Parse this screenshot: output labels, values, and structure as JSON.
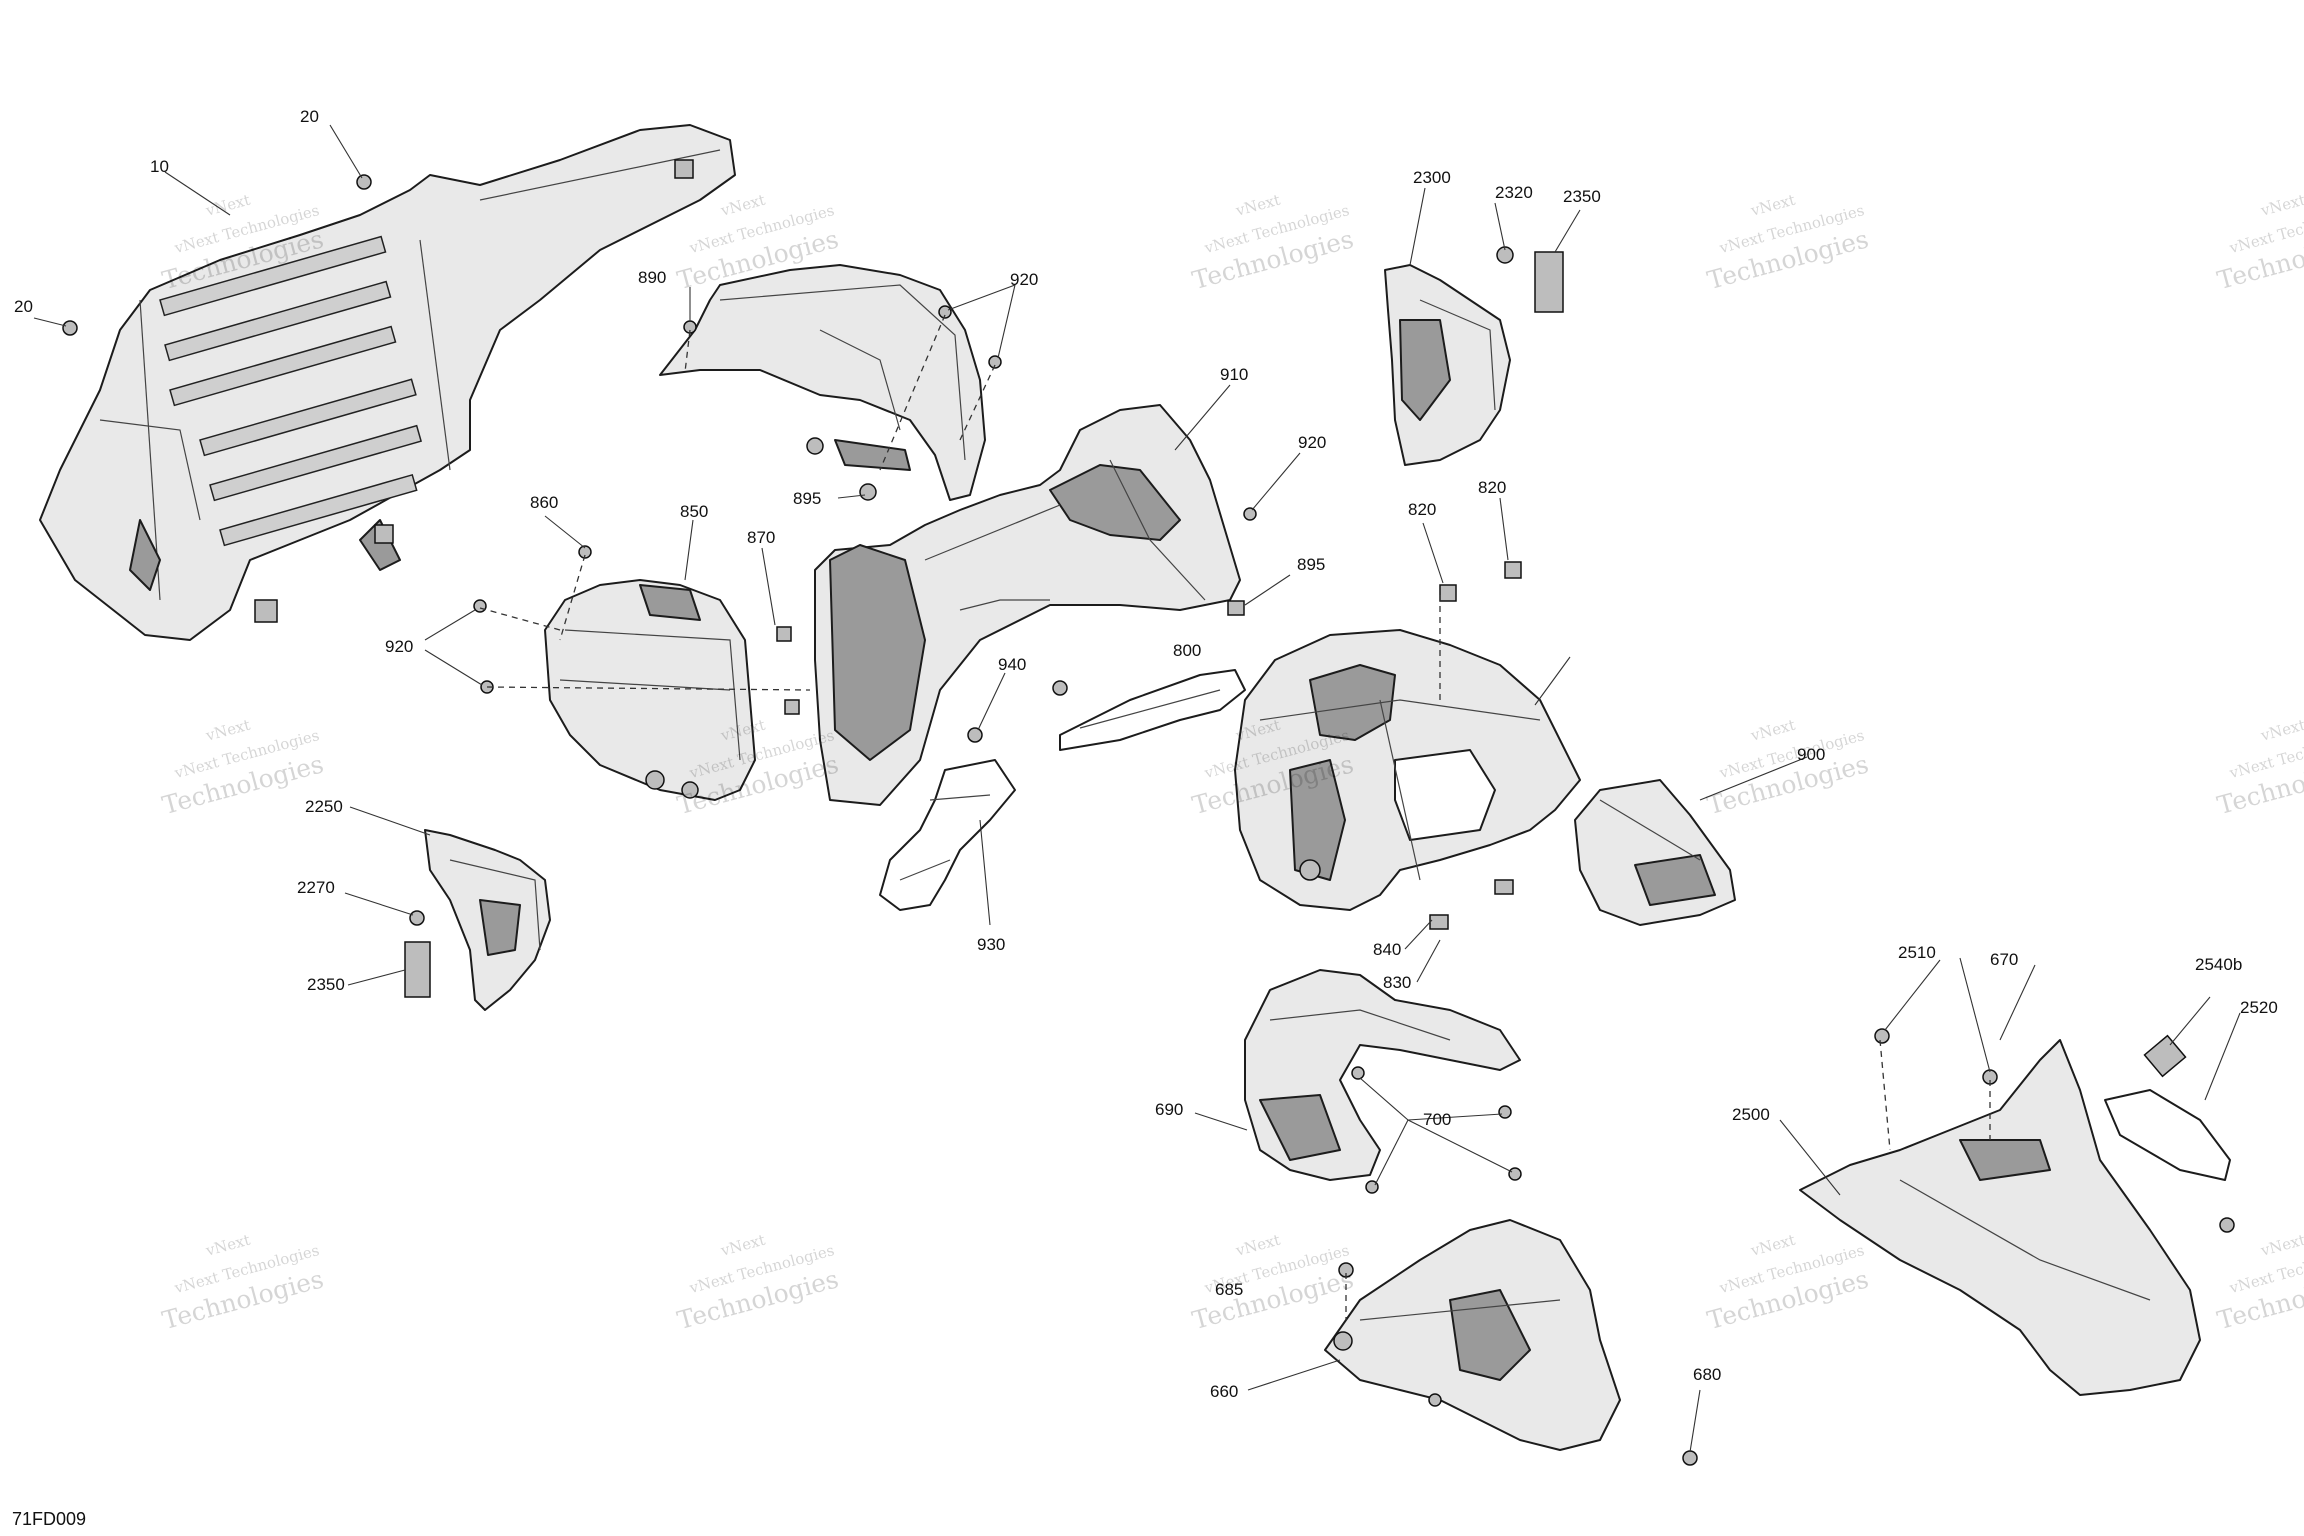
{
  "diagram_code": "71FD009",
  "watermark": {
    "line1": "vNext",
    "line2": "vNext Technologies",
    "line3": "Technologies"
  },
  "callouts": {
    "c10": "10",
    "c20a": "20",
    "c20b": "20",
    "c890": "890",
    "c920a": "920",
    "c895a": "895",
    "c2300": "2300",
    "c2320": "2320",
    "c2350a": "2350",
    "c910": "910",
    "c920b": "920",
    "c895b": "895",
    "c860": "860",
    "c850": "850",
    "c870": "870",
    "c920c": "920",
    "c820a": "820",
    "c820b": "820",
    "c940": "940",
    "c800": "800",
    "c900": "900",
    "c2250": "2250",
    "c2270": "2270",
    "c2350b": "2350",
    "c930": "930",
    "c840": "840",
    "c830": "830",
    "c690": "690",
    "c700": "700",
    "c2510": "2510",
    "c670": "670",
    "c2540b": "2540b",
    "c2520": "2520",
    "c2500": "2500",
    "c685": "685",
    "c660": "660",
    "c680": "680"
  }
}
